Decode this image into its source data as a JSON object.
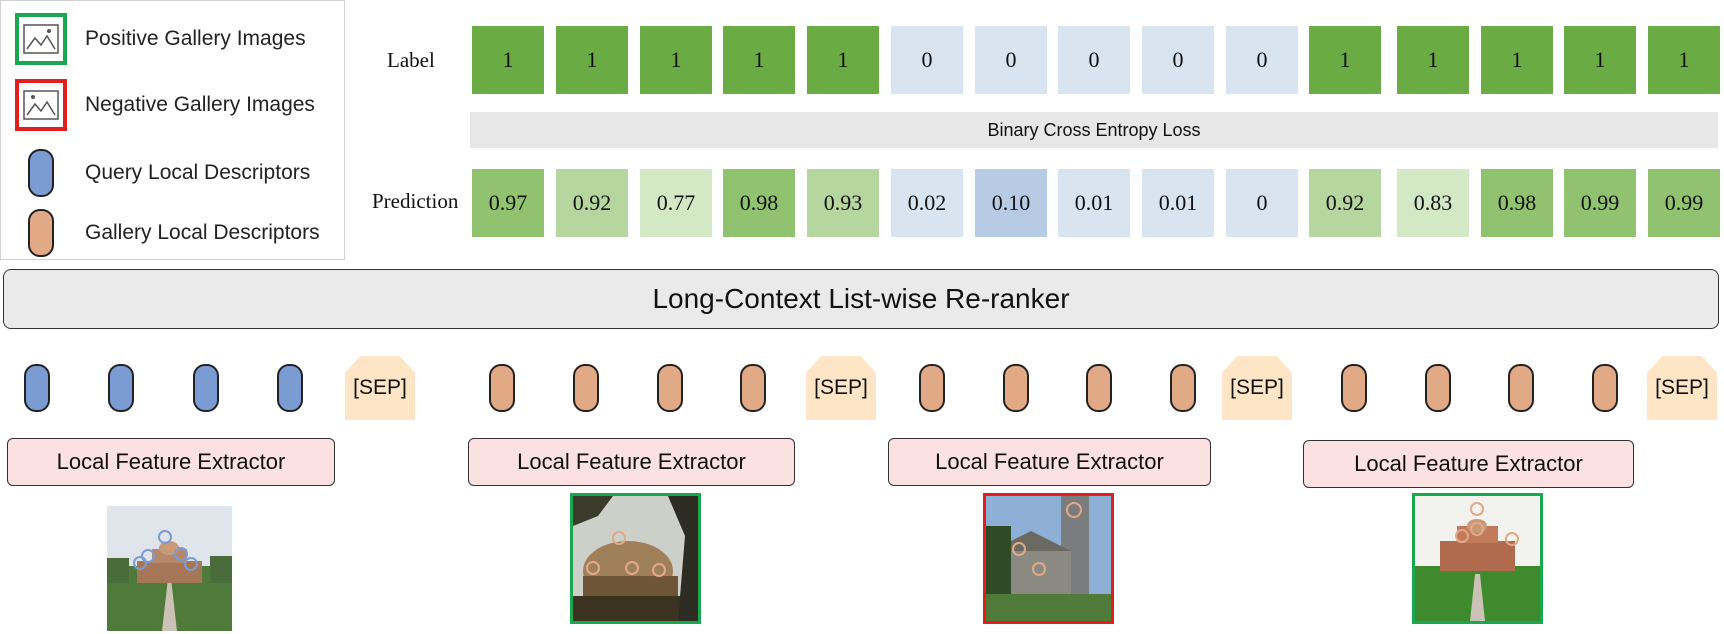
{
  "legend": {
    "items": [
      {
        "kind": "positive-image",
        "label": "Positive Gallery Images",
        "border_color": "#19a84f"
      },
      {
        "kind": "negative-image",
        "label": "Negative Gallery Images",
        "border_color": "#e11d1d"
      },
      {
        "kind": "query-descriptor",
        "label": "Query Local Descriptors",
        "color": "#7b9cd3"
      },
      {
        "kind": "gallery-descriptor",
        "label": "Gallery Local Descriptors",
        "color": "#e2a987"
      }
    ]
  },
  "label_row": {
    "title": "Label",
    "values": [
      "1",
      "1",
      "1",
      "1",
      "1",
      "0",
      "0",
      "0",
      "0",
      "0",
      "1",
      "1",
      "1",
      "1",
      "1"
    ]
  },
  "loss_label": "Binary Cross Entropy Loss",
  "prediction_row": {
    "title": "Prediction",
    "values": [
      "0.97",
      "0.92",
      "0.77",
      "0.98",
      "0.93",
      "0.02",
      "0.10",
      "0.01",
      "0.01",
      "0",
      "0.92",
      "0.83",
      "0.98",
      "0.99",
      "0.99"
    ]
  },
  "colors": {
    "label_positive": "#6aab44",
    "label_negative": "#d8e4f0",
    "pred_positive_levels": [
      "#90c270",
      "#b5d69f",
      "#d3e8c5"
    ],
    "pred_negative_levels": [
      "#d8e4f0",
      "#b7cce4"
    ]
  },
  "reranker_label": "Long-Context List-wise Re-ranker",
  "sep_label": "[SEP]",
  "extractor_label": "Local Feature Extractor",
  "images": [
    {
      "role": "query"
    },
    {
      "role": "positive",
      "border_color": "#19a84f"
    },
    {
      "role": "negative",
      "border_color": "#e11d1d"
    },
    {
      "role": "positive",
      "border_color": "#19a84f"
    }
  ]
}
